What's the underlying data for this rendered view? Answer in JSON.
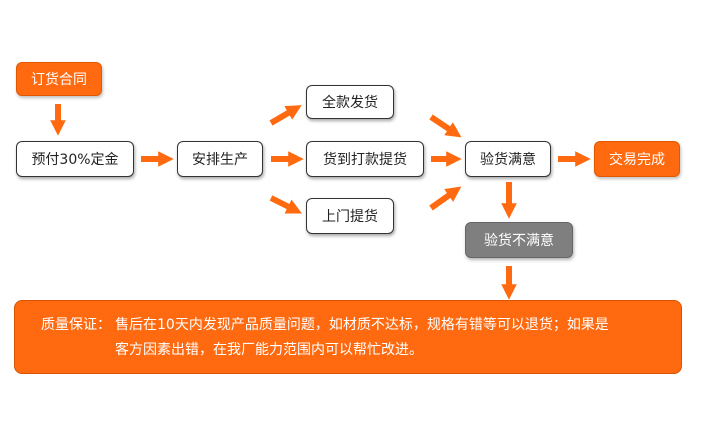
{
  "colors": {
    "accent": "#ff6a10",
    "gray": "#7f7f7f",
    "outline": "#333333"
  },
  "nodes": {
    "order": "订货合同",
    "deposit": "预付30%定金",
    "arrange": "安排生产",
    "full_pay": "全款发货",
    "pay_on_arrival": "货到打款提货",
    "pickup": "上门提货",
    "inspect_ok": "验货满意",
    "inspect_not_ok": "验货不满意",
    "complete": "交易完成"
  },
  "guarantee": {
    "label": "质量保证：",
    "line1": "售后在10天内发现产品质量问题，如材质不达标，规格有错等可以退货；如果是",
    "line2": "客方因素出错，在我厂能力范围内可以帮忙改进。"
  }
}
